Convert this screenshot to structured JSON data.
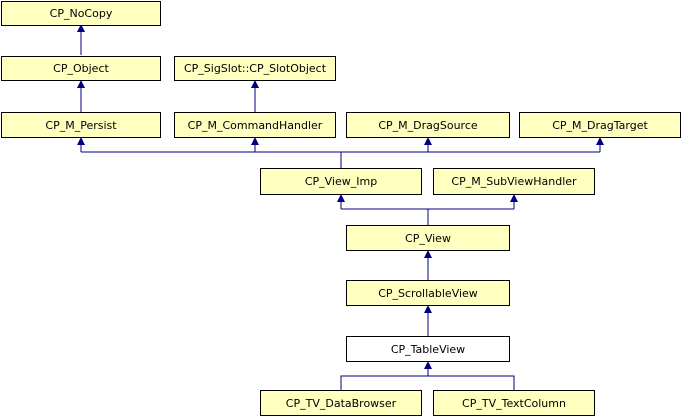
{
  "nodes": {
    "nocopy": {
      "label": "CP_NoCopy",
      "fill": "#ffffc0"
    },
    "object": {
      "label": "CP_Object",
      "fill": "#ffffc0"
    },
    "slotobject": {
      "label": "CP_SigSlot::CP_SlotObject",
      "fill": "#ffffc0"
    },
    "persist": {
      "label": "CP_M_Persist",
      "fill": "#ffffc0"
    },
    "commandhandler": {
      "label": "CP_M_CommandHandler",
      "fill": "#ffffc0"
    },
    "dragsource": {
      "label": "CP_M_DragSource",
      "fill": "#ffffc0"
    },
    "dragtarget": {
      "label": "CP_M_DragTarget",
      "fill": "#ffffc0"
    },
    "view_imp": {
      "label": "CP_View_Imp",
      "fill": "#ffffc0"
    },
    "subviewhandler": {
      "label": "CP_M_SubViewHandler",
      "fill": "#ffffc0"
    },
    "view": {
      "label": "CP_View",
      "fill": "#ffffc0"
    },
    "scrollableview": {
      "label": "CP_ScrollableView",
      "fill": "#ffffc0"
    },
    "tableview": {
      "label": "CP_TableView",
      "fill": "#ffffff"
    },
    "databrowser": {
      "label": "CP_TV_DataBrowser",
      "fill": "#ffffc0"
    },
    "textcolumn": {
      "label": "CP_TV_TextColumn",
      "fill": "#ffffc0"
    }
  },
  "edge_color": "#000080"
}
